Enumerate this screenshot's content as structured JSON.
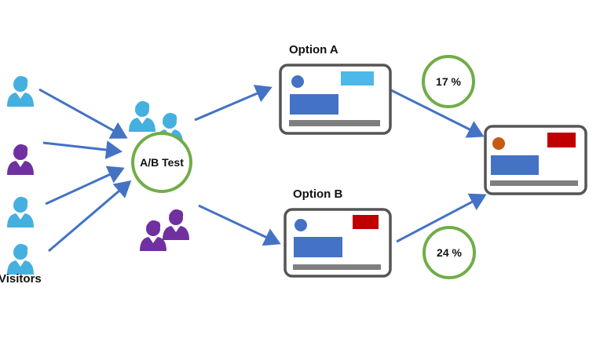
{
  "labels": {
    "visitors": "Visitors",
    "ab_test": "A/B Test",
    "option_a": "Option A",
    "option_b": "Option B",
    "rate_a": "17 %",
    "rate_b": "24 %"
  },
  "colors": {
    "arrow": "#4472c4",
    "person_blue": "#44b0e0",
    "person_purple": "#7030a0",
    "circle_green": "#70ad47",
    "card_border": "#555555",
    "block_blue": "#4472c4",
    "accent_light_blue": "#4db8ea",
    "accent_red": "#c00000",
    "result_dot_orange": "#c55a11",
    "bar_gray": "#7f7f7f"
  },
  "icons": [
    "person-icon",
    "browser-card-icon"
  ]
}
